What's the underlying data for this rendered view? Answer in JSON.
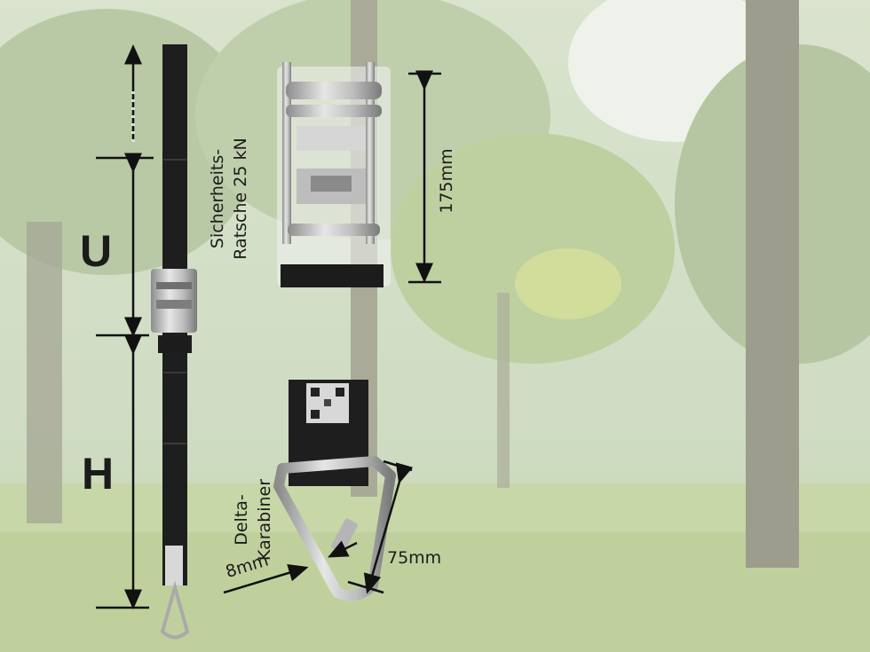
{
  "labels": {
    "u": "U",
    "h": "H",
    "ratchet_line1": "Sicherheits-",
    "ratchet_line2": "Ratsche 25 kN",
    "ratchet_dim": "175mm",
    "carabiner_line1": "Delta-",
    "carabiner_line2": "Karabiner",
    "carabiner_dim": "75mm",
    "wire_dim": "8mm"
  },
  "colors": {
    "background_light": "#dfe8d6",
    "foliage": "#b8c9a3",
    "grass": "#c9d8a8",
    "trunk": "#9a9a88",
    "strap": "#1e1e1e",
    "metal": "#c8c8c8",
    "ink": "#111111"
  }
}
